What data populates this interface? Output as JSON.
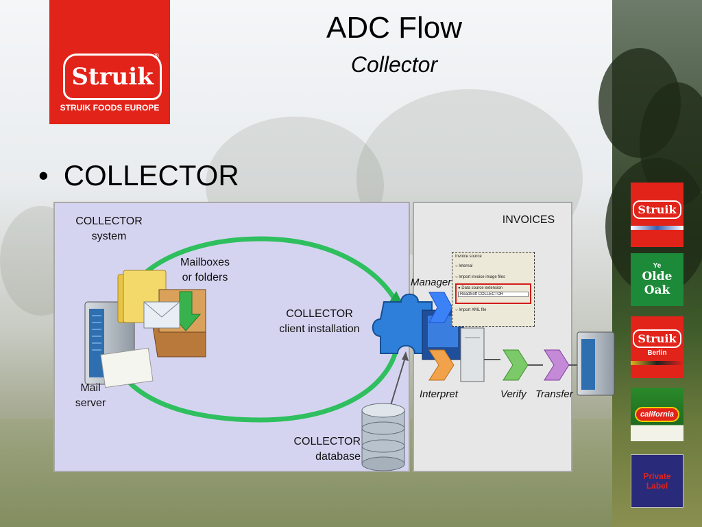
{
  "slide": {
    "title": "ADC  Flow",
    "subtitle": "Collector",
    "bullet": "COLLECTOR"
  },
  "logo": {
    "brand": "Struik",
    "registered": "®",
    "tagline": "STRUIK FOODS EUROPE"
  },
  "diagram": {
    "left_panel_title_line1": "COLLECTOR",
    "left_panel_title_line2": "system",
    "mailboxes_line1": "Mailboxes",
    "mailboxes_line2": "or folders",
    "client_line1": "COLLECTOR",
    "client_line2": "client installation",
    "mail_line1": "Mail",
    "mail_line2": "server",
    "db_line1": "COLLECTOR",
    "db_line2": "database",
    "right_panel_title": "INVOICES",
    "manager": "Manager",
    "interpret": "Interpret",
    "verify": "Verify",
    "transfer": "Transfer"
  },
  "dialog": {
    "group_label": "Invoice source",
    "options": [
      "Internal",
      "Import invoice image files",
      "Data source extension",
      "Import XML file"
    ],
    "selected_value": "ReadSoft COLLECTOR"
  },
  "brands": {
    "b1": "Struik",
    "b2a": "Olde",
    "b2b": "Oak",
    "b2c": "Ye",
    "b3": "Struik",
    "b3sub": "Berlin",
    "b4": "california",
    "b5": "Private Label"
  },
  "colors": {
    "accent_red": "#e2231a",
    "panel_left": "#d5d4f0",
    "panel_right": "#e7e7e7",
    "flow_green": "#2fbf5f"
  }
}
